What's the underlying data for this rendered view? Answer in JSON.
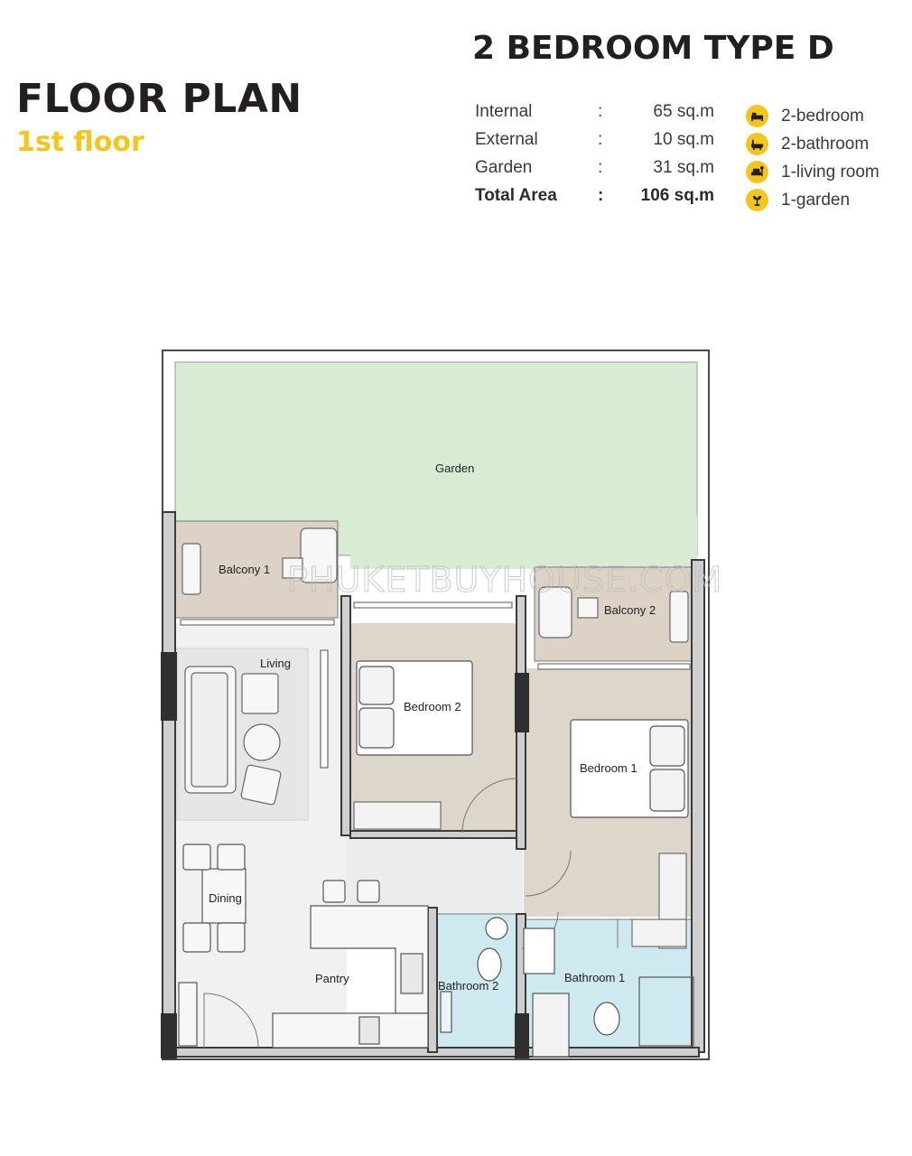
{
  "header": {
    "title": "FLOOR PLAN",
    "subtitle": "1st floor",
    "unit_type": "2 BEDROOM TYPE D"
  },
  "areas": [
    {
      "label": "Internal",
      "separator": ":",
      "value": "65 sq.m",
      "bold": false
    },
    {
      "label": "External",
      "separator": ":",
      "value": "10 sq.m",
      "bold": false
    },
    {
      "label": "Garden",
      "separator": ":",
      "value": "31 sq.m",
      "bold": false
    },
    {
      "label": "Total Area",
      "separator": ":",
      "value": "106 sq.m",
      "bold": true
    }
  ],
  "features": [
    {
      "icon": "bed-icon",
      "label": "2-bedroom"
    },
    {
      "icon": "bathtub-icon",
      "label": "2-bathroom"
    },
    {
      "icon": "sofa-icon",
      "label": "1-living room"
    },
    {
      "icon": "plant-icon",
      "label": "1-garden"
    }
  ],
  "rooms": {
    "garden": "Garden",
    "balcony1": "Balcony 1",
    "balcony2": "Balcony 2",
    "living": "Living",
    "bedroom2": "Bedroom 2",
    "bedroom1": "Bedroom 1",
    "dining": "Dining",
    "pantry": "Pantry",
    "bathroom2": "Bathroom 2",
    "bathroom1": "Bathroom 1"
  },
  "watermark": "PHUKETBUYHOUSE.COM",
  "colors": {
    "accent": "#f4c51b",
    "garden": "#d7ecd3",
    "balcony": "#dcd3c6",
    "bedroom": "#ddd6cb",
    "bathroom": "#cfe9f1",
    "floor": "#ececec",
    "wall": "#3b3b3b"
  }
}
